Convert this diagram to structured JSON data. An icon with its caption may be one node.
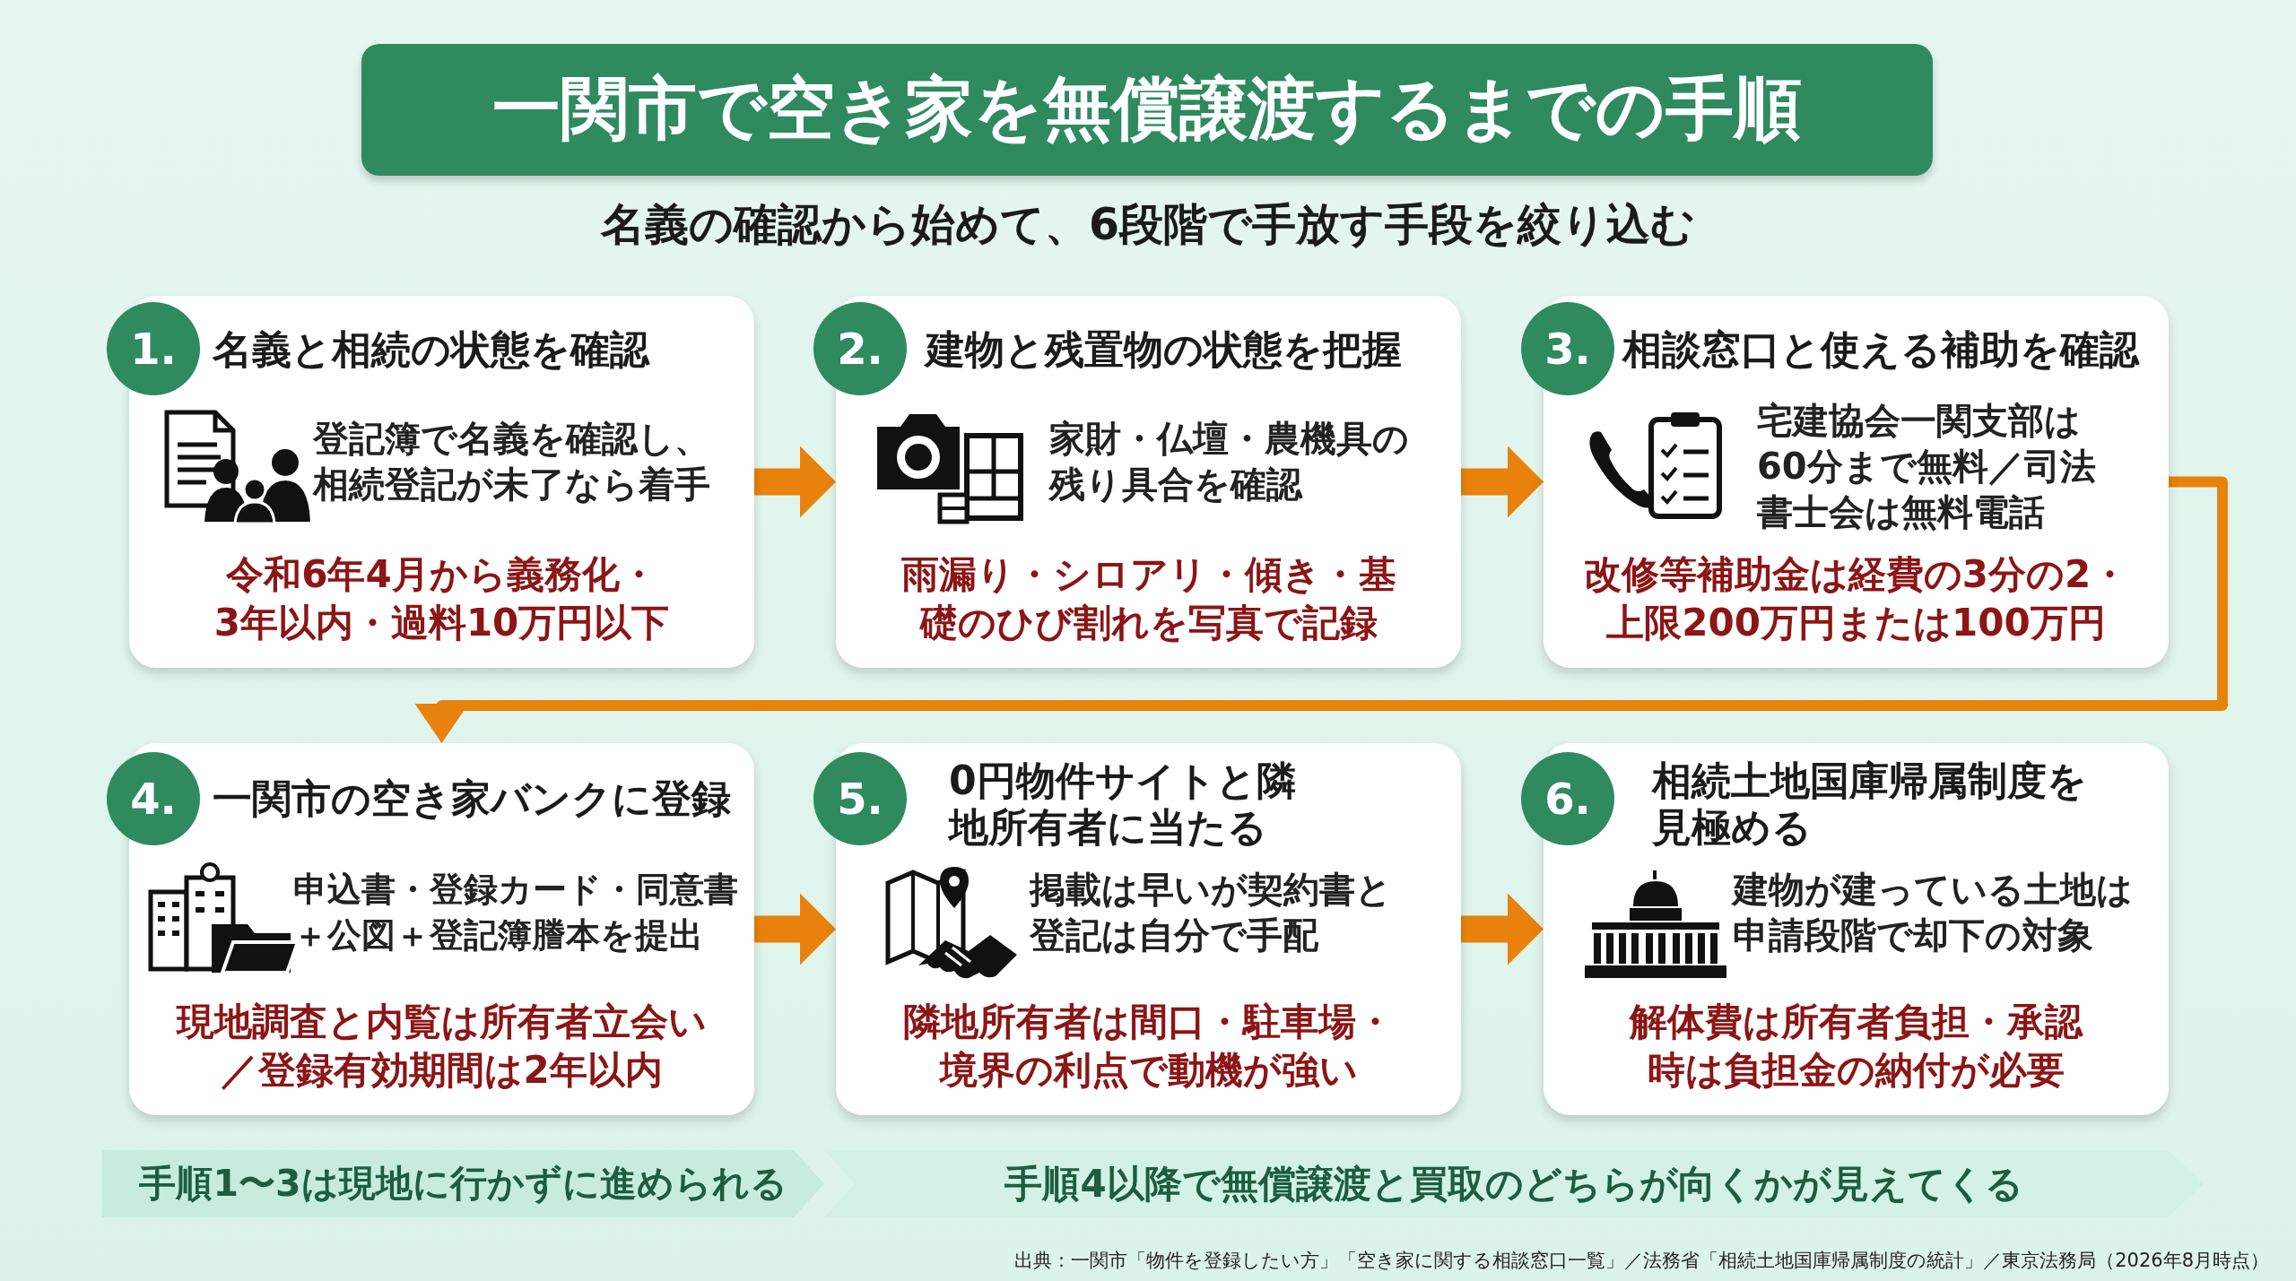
{
  "diagram": {
    "title": "一関市で空き家を無償譲渡するまでの手順",
    "nodes": [
      {
        "text": [
          "1.",
          "名義と相続の状態を確認",
          "登記簿で名義を確認し、相続登記が未了なら着手",
          "令和6年4月から義務化・3年以内・過料10万円以下"
        ]
      },
      {
        "text": [
          "2.",
          "建物と残置物の状態を把握",
          "家財・仏壇・農機具の残り具合を確認",
          "雨漏り・シロアリ・傾き・基礎のひび割れを写真で記録"
        ]
      },
      {
        "text": [
          "3.",
          "相談窓口と使える補助を確認",
          "宅建協会一関支部は60分まで無料／司法書士会は無料電話",
          "改修等補助金は経費の3分の2・上限200万円または100万円"
        ]
      },
      {
        "text": [
          "4.",
          "一関市の空き家バンクに登録",
          "申込書・登録カード・同意書＋公図＋登記簿謄本を提出",
          "現地調査と内覧は所有者立会い／登録有効期間は2年以内"
        ]
      },
      {
        "text": [
          "5.",
          "0円物件サイトと隣地所有者に当たる",
          "掲載は早いが契約書と登記は自分で手配",
          "隣地所有者は間口・駐車場・境界の利点で動機が強い"
        ]
      },
      {
        "text": [
          "6.",
          "相続土地国庫帰属制度を見極める",
          "建物が建っている土地は申請段階で却下の対象",
          "解体費は所有者負担・承認時は負担金の納付が必要"
        ]
      },
      {
        "text": [
          "手順1〜3は現地に行かずに進められる"
        ]
      },
      {
        "text": [
          "手順4以降で無償譲渡と買取のどちらが向くかが見えてくる"
        ]
      }
    ],
    "edges": [
      {
        "from": 0,
        "to": 1,
        "arrow": "to",
        "style": "thick"
      },
      {
        "from": 1,
        "to": 2,
        "arrow": "to",
        "style": "thick"
      },
      {
        "from": 2,
        "to": 3,
        "arrow": "to"
      },
      {
        "from": 3,
        "to": 4,
        "arrow": "to",
        "style": "thick"
      },
      {
        "from": 4,
        "to": 5,
        "arrow": "to",
        "style": "thick"
      }
    ],
    "labels": [
      "名義の確認から始めて、6段階で手放す手段を絞り込む",
      "出典：一関市「物件を登録したい方」「空き家に関する相談窓口一覧」／法務省「相続土地国庫帰属制度の統計」／東京法務局（2026年8月時点）"
    ]
  }
}
